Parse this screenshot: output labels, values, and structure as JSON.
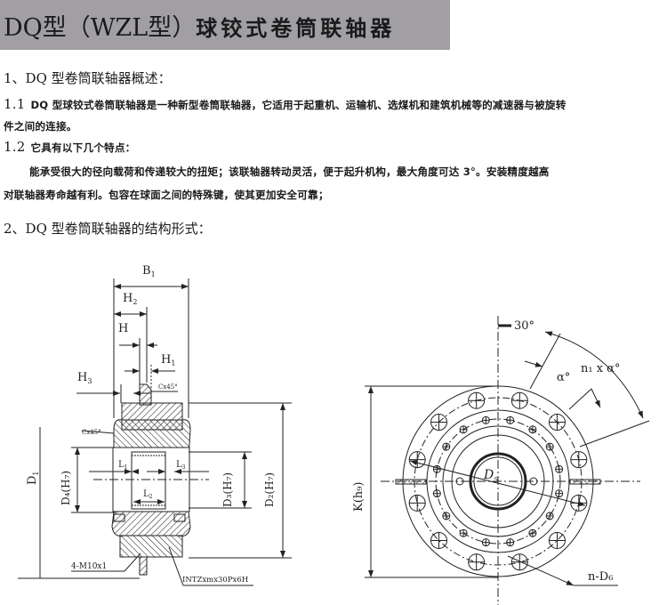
{
  "header": {
    "title_prefix": "DQ型（WZL型）",
    "title_suffix": "球铰式卷筒联轴器"
  },
  "section1": {
    "heading": "1、DQ 型卷筒联轴器概述：",
    "p1_num": "1.1",
    "p1_line1": "DQ 型球铰式卷筒联轴器是一种新型卷筒联轴器，它适用于起重机、运输机、选煤机和建筑机械等的减速器与被旋转",
    "p1_line2": "件之间的连接。",
    "p2_num": "1.2",
    "p2_line1": "它具有以下几个特点：",
    "p3_line1": "能承受很大的径向载荷和传递较大的扭矩；该联轴器转动灵活，便于起升机构，最大角度可达 3°。安装精度越高",
    "p3_line2": "对联轴器寿命越有利。包容在球面之间的特殊键，使其更加安全可靠；"
  },
  "section2": {
    "heading": "2、DQ 型卷筒联轴器的结构形式："
  },
  "drawing_left": {
    "B1": {
      "base": "B",
      "sub": "1"
    },
    "H2": {
      "base": "H",
      "sub": "2"
    },
    "H": "H",
    "H1": {
      "base": "H",
      "sub": "1"
    },
    "H3": {
      "base": "H",
      "sub": "3"
    },
    "chamfer_top": "Cx45°",
    "chamfer_left": "Cx45°",
    "D1": {
      "base": "D",
      "sub": "1"
    },
    "D4": "D₄(H₇)",
    "D3": "D₃(H₇)",
    "D2": "D₂(H₇)",
    "L1": {
      "base": "L",
      "sub": "1"
    },
    "L3": {
      "base": "L",
      "sub": "3"
    },
    "L2": {
      "base": "L",
      "sub": "2"
    },
    "bolt": "4-M10x1",
    "spline": "INTZxmx30Px6H"
  },
  "drawing_right": {
    "angle30": "30°",
    "alpha": "α°",
    "n1_alpha": "n₁ x α°",
    "K": "K(h₉)",
    "D5": {
      "base": "D",
      "sub": "5"
    },
    "nD6": "n-D₆"
  }
}
